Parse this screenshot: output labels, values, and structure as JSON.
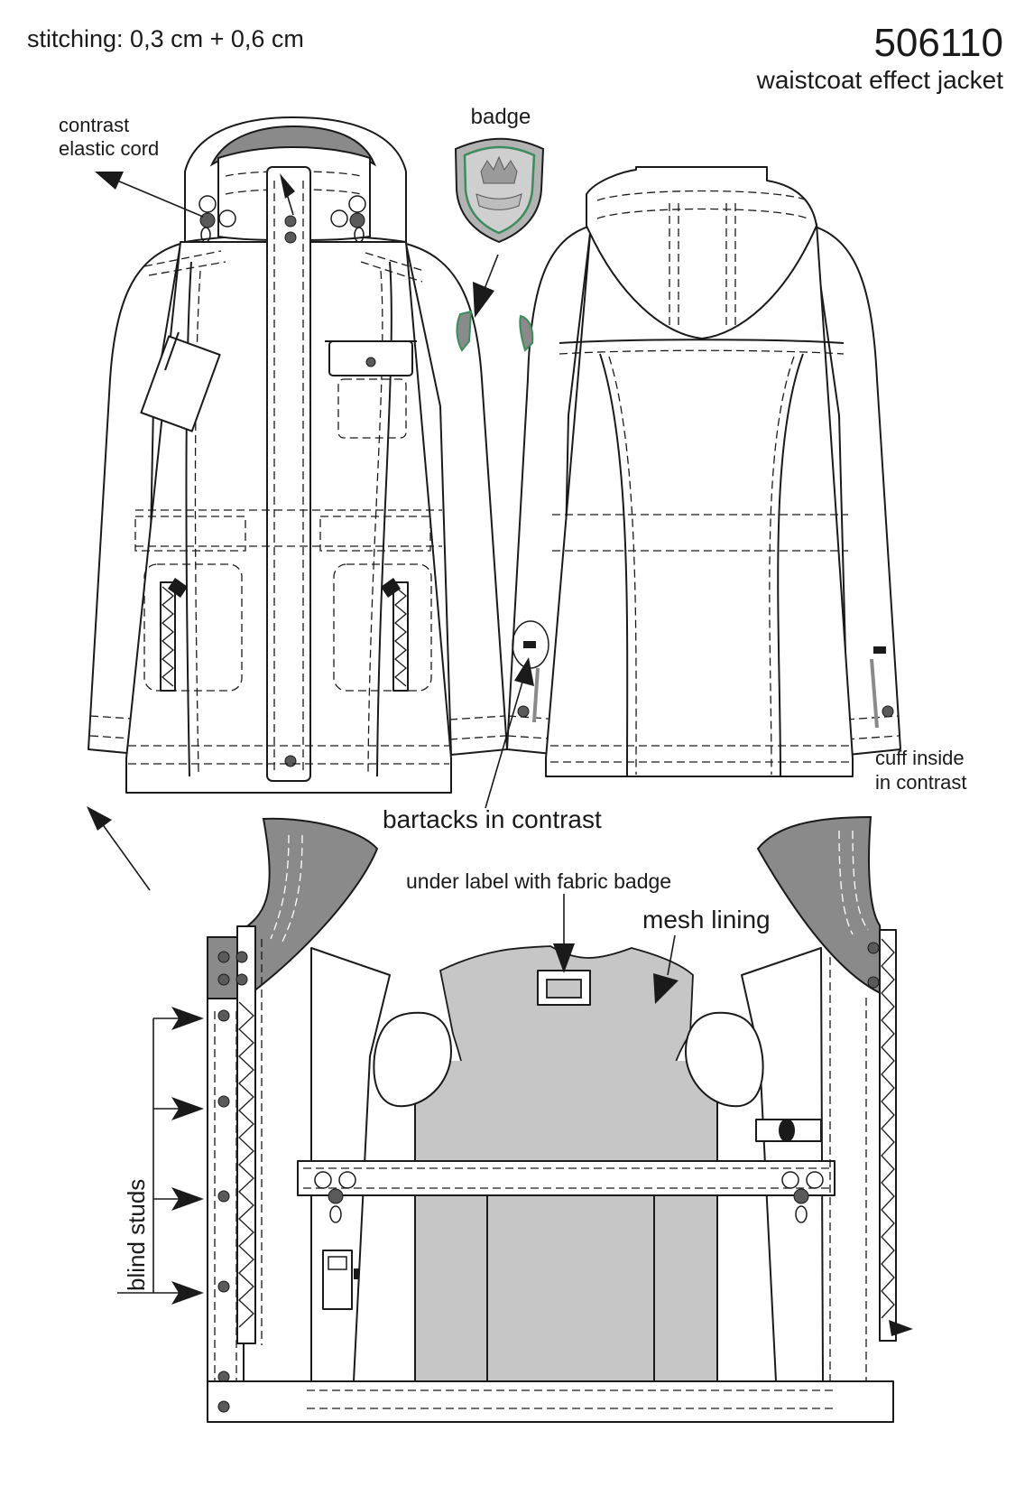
{
  "header": {
    "stitching": "stitching: 0,3 cm + 0,6 cm",
    "style_number": "506110",
    "style_name": "waistcoat effect jacket"
  },
  "callouts": {
    "elastic_cord_1": "contrast",
    "elastic_cord_2": "elastic cord",
    "badge": "badge",
    "bartacks": "bartacks in contrast",
    "cuff_1": "cuff inside",
    "cuff_2": "in contrast",
    "under_label": "under label with fabric badge",
    "mesh_lining": "mesh lining",
    "blind_studs": "blind studs"
  },
  "colors": {
    "line": "#1a1a1a",
    "contrast_grey": "#8a8a8a",
    "mesh_grey": "#c6c6c6",
    "badge_green": "#3c8c5c"
  }
}
